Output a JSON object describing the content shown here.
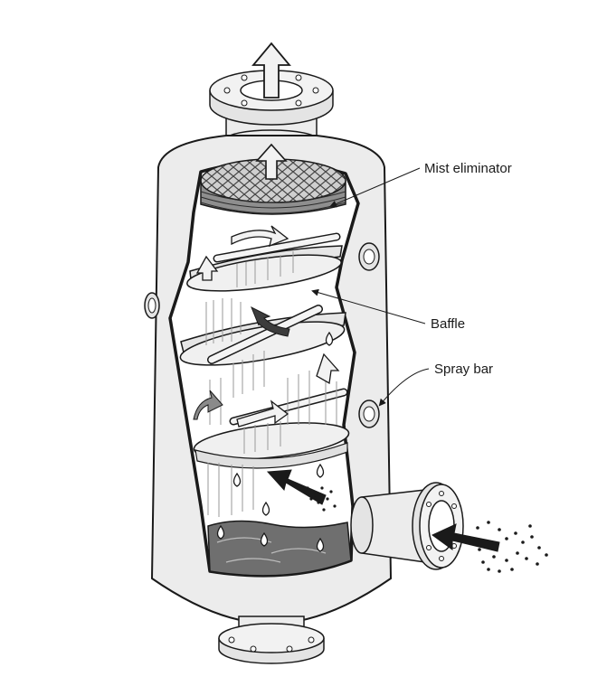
{
  "labels": {
    "mist_eliminator": "Mist eliminator",
    "baffle": "Baffle",
    "spray_bar": "Spray bar"
  },
  "colors": {
    "shell": "#ececec",
    "shell_stroke": "#1a1a1a",
    "interior": "#ffffff",
    "baffle": "#e6e6e6",
    "liquid": "#6f6f6f",
    "arrow_light": "#f2f2f2",
    "arrow_dark": "#1a1a1a",
    "arrow_grey": "#8a8a8a"
  }
}
